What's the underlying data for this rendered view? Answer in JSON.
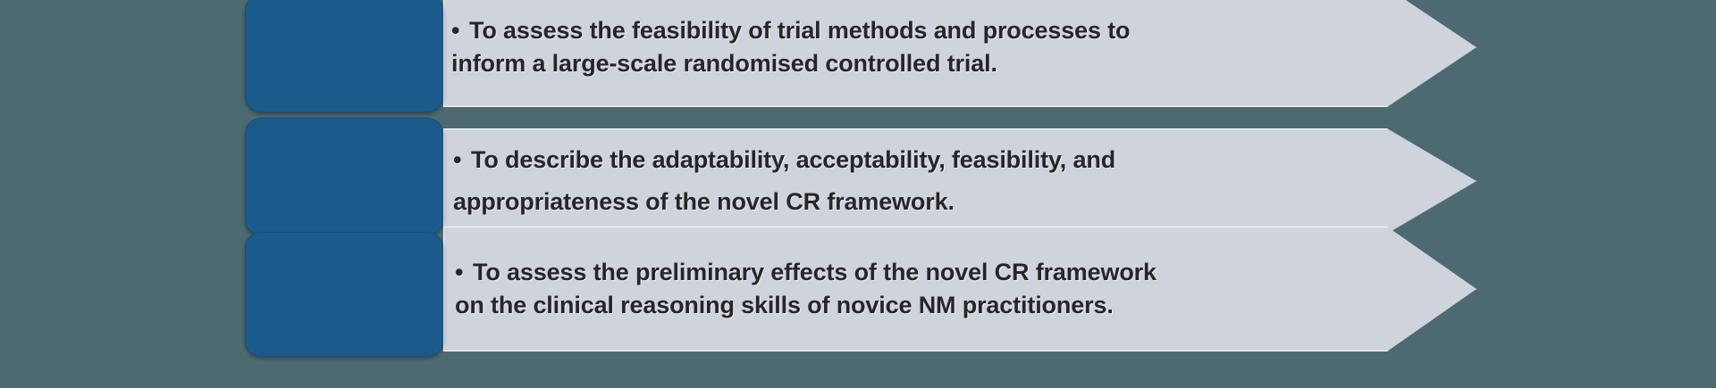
{
  "diagram": {
    "type": "arrow-list",
    "background_color": "#4d6a71",
    "badge_color": "#1b5b8c",
    "arrow_color": "#ced3dc",
    "arrow_border_color": "#ffffff",
    "text_color": "#262626",
    "bullet_glyph": "•",
    "rows": [
      {
        "id": "objective-1",
        "bullet": "•",
        "text": "To assess the feasibility of trial methods and processes to\ninform a large-scale randomised controlled trial."
      },
      {
        "id": "objective-2",
        "bullet": "•",
        "text": "To describe the adaptability, acceptability, feasibility, and\nappropriateness of the novel CR framework."
      },
      {
        "id": "objective-3",
        "bullet": "•",
        "text": "To assess the preliminary effects of the novel CR framework\non the clinical reasoning skills of novice NM practitioners."
      }
    ]
  }
}
